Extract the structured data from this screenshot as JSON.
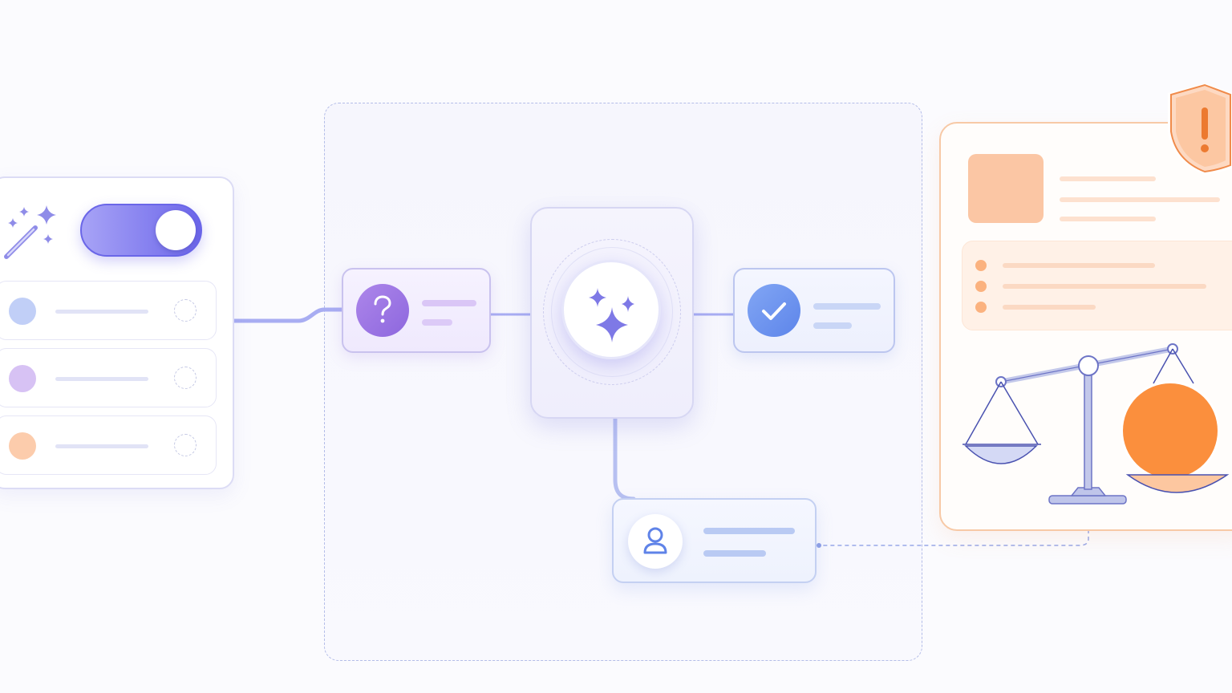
{
  "colors": {
    "accent_primary": "#6c66ea",
    "accent_purple": "#9b75e3",
    "accent_blue": "#6a90ee",
    "accent_orange": "#fb8f3d",
    "connector": "#a8adf2",
    "review_border": "#f7c9a6"
  },
  "settings_panel": {
    "icon": "magic-wand-icon",
    "toggle_state": "on",
    "rows": [
      {
        "dot_color": "#c1cff7",
        "checked": false
      },
      {
        "dot_color": "#d7c2f4",
        "checked": false
      },
      {
        "dot_color": "#fcccac",
        "checked": false
      }
    ]
  },
  "flow": {
    "question_node": {
      "icon": "question-mark-icon"
    },
    "ai_node": {
      "icon": "sparkles-icon"
    },
    "result_node": {
      "icon": "checkmark-icon"
    },
    "human_node": {
      "icon": "user-icon"
    }
  },
  "review_panel": {
    "badge_icon": "shield-warning-icon",
    "bullets": 3,
    "scale_icon": "balance-scale-icon",
    "scale_tilt": "right-heavy"
  }
}
